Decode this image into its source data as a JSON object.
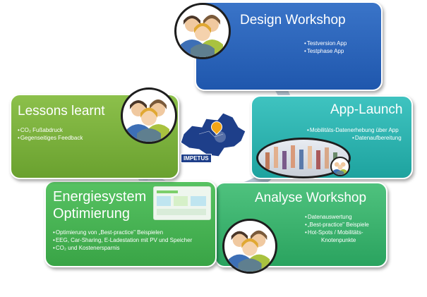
{
  "stages": {
    "design": {
      "title": "Design Workshop",
      "items": [
        "Testversion App",
        "Testphase App"
      ]
    },
    "launch": {
      "title": "App-Launch",
      "items": [
        "Mobilitäts-Datenerhebung über App",
        "Datenaufbereitung"
      ]
    },
    "analyse": {
      "title": "Analyse Workshop",
      "items": [
        "Datenauswertung",
        "„Best-practice\" Beispiele",
        "Hot-Spots  / Mobilitäts-",
        "Knotenpunkte"
      ]
    },
    "energy": {
      "title_line1": "Energiesystem",
      "title_line2": "Optimierung",
      "items": [
        "Optimierung von „Best-practice\" Beispielen",
        "EEG, Car-Sharing, E-Ladestation mit PV und Speicher",
        "CO₂ und Kostenersparnis"
      ]
    },
    "lessons": {
      "title": "Lessons learnt",
      "items": [
        "CO₂ Fußabdruck",
        "Gegenseitiges Feedback"
      ]
    }
  },
  "center": {
    "label": "IMPETUS"
  },
  "colors": {
    "design": "#2662b8",
    "launch": "#2eb3b0",
    "analyse": "#3bb36c",
    "energy": "#47b354",
    "lessons": "#7bb13c",
    "arrow": "#b9c7d6",
    "map": "#1e3f8a",
    "pin": "#f2a516"
  },
  "icons": [
    "people-group-icon",
    "location-pin-icon",
    "cycle-arrow-icon"
  ]
}
